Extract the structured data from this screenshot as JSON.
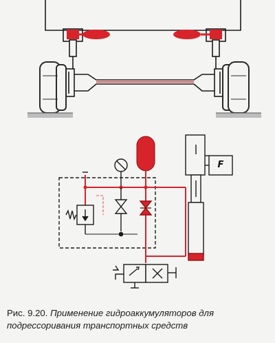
{
  "caption": {
    "figure_label": "Рис. 9.20.",
    "title": "Применение гидроаккумуляторов для подрессоривания транспортных средств"
  },
  "diagram": {
    "force_label": "F",
    "colors": {
      "line": "#1b1b1b",
      "hydraulic": "#d8232a",
      "hydraulic_light": "#ef8a8a",
      "tire": "#2a2a2a",
      "ground": "#9a9a9a",
      "background": "#f4f4f2"
    }
  }
}
